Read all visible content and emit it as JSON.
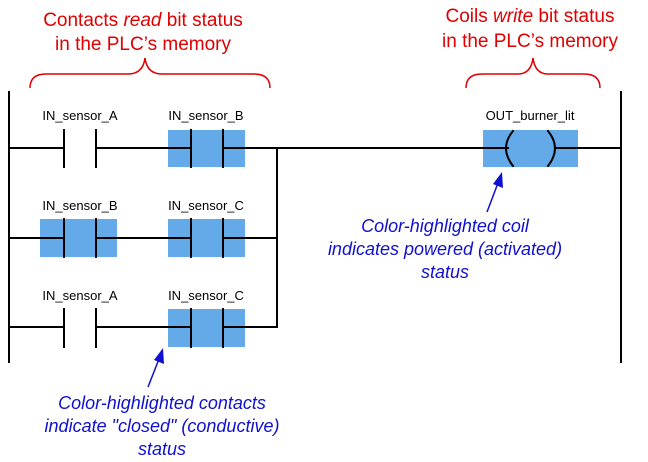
{
  "annotations": {
    "contacts_top": {
      "pre": "Contacts ",
      "em": "read",
      "post": " bit status",
      "line2": "in the PLC’s memory"
    },
    "coils_top": {
      "pre": "Coils ",
      "em": "write",
      "post": " bit status",
      "line2": "in the PLC’s memory"
    },
    "coil_note": [
      "Color-highlighted coil",
      "indicates powered (activated)",
      "status"
    ],
    "contact_note": [
      "Color-highlighted contacts",
      "indicate \"closed\" (conductive)",
      "status"
    ]
  },
  "rungs": [
    {
      "contacts": [
        {
          "label": "IN_sensor_A",
          "energized": false
        },
        {
          "label": "IN_sensor_B",
          "energized": true
        }
      ]
    },
    {
      "contacts": [
        {
          "label": "IN_sensor_B",
          "energized": true
        },
        {
          "label": "IN_sensor_C",
          "energized": true
        }
      ]
    },
    {
      "contacts": [
        {
          "label": "IN_sensor_A",
          "energized": false
        },
        {
          "label": "IN_sensor_C",
          "energized": true
        }
      ]
    }
  ],
  "coil": {
    "label": "OUT_burner_lit",
    "energized": true
  },
  "colors": {
    "highlight": "#64aae8",
    "annotation_red": "#e00000",
    "annotation_blue": "#1010d0",
    "wire": "#000000"
  }
}
